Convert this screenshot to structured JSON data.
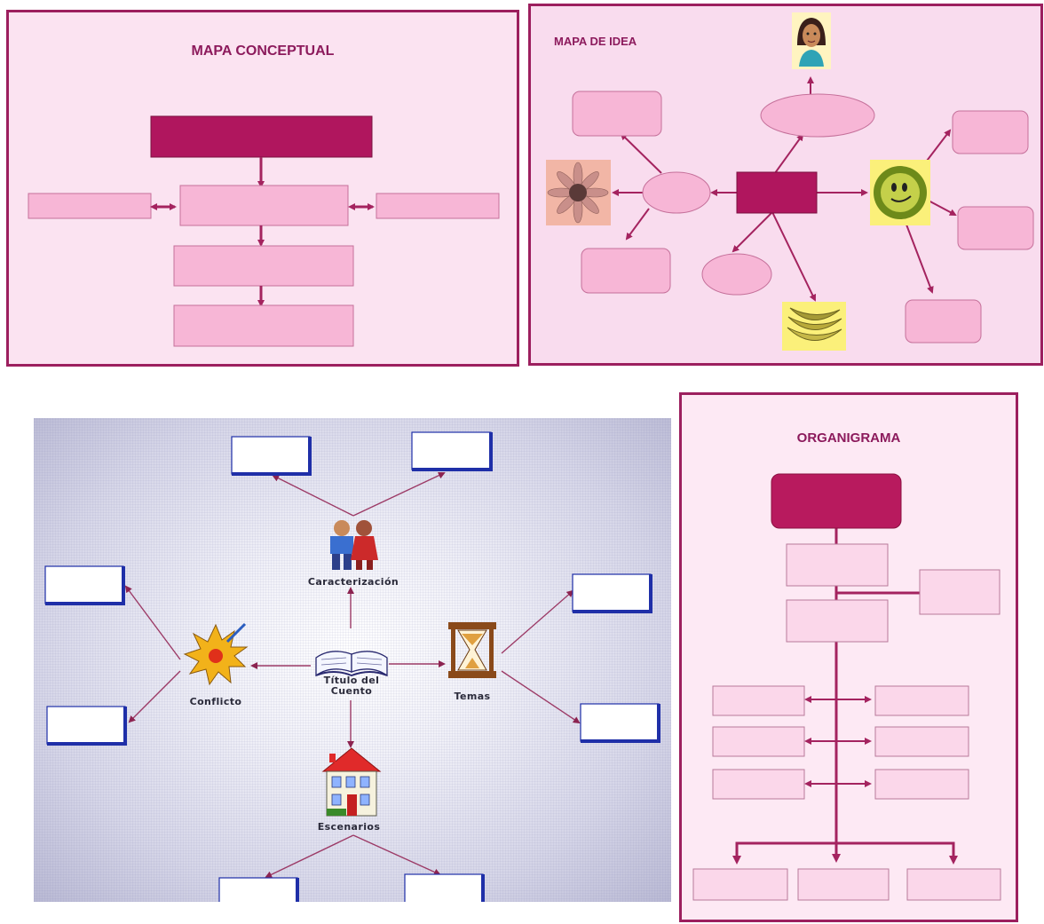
{
  "panels": {
    "conceptual": {
      "title": "MAPA CONCEPTUAL"
    },
    "idea": {
      "title": "MAPA DE IDEA"
    },
    "story": {
      "center_label": "Título del Cuento",
      "characters_label": "Caracterización",
      "conflict_label": "Conflicto",
      "themes_label": "Temas",
      "settings_label": "Escenarios"
    },
    "org": {
      "title": "ORGANIGRAMA"
    }
  },
  "colors": {
    "frame": "#9c1f5e",
    "box_dark": "#b0165e",
    "box_light": "#f7b6d6",
    "arrow": "#a4235f",
    "story_box_border": "#1f2fa8"
  },
  "icons": [
    "girl-picture-icon",
    "sunflower-picture-icon",
    "sun-face-picture-icon",
    "bananas-picture-icon",
    "people-icon",
    "explosion-icon",
    "open-book-icon",
    "hourglass-icon",
    "house-icon"
  ]
}
